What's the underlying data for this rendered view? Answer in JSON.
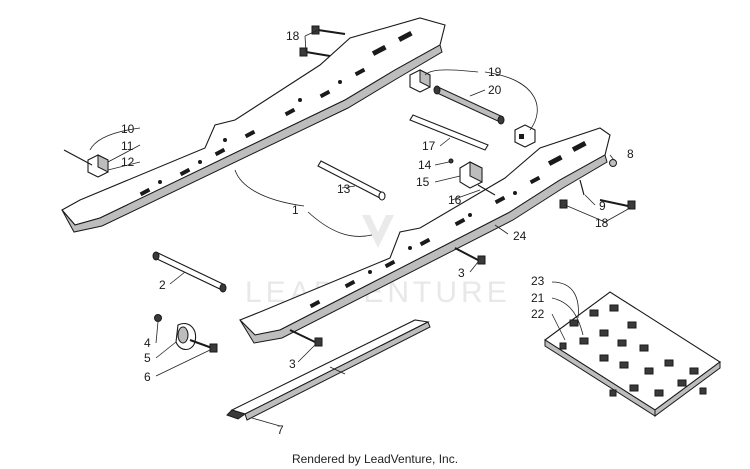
{
  "watermark": {
    "text": "LEADVENTURE"
  },
  "footer": {
    "text": "Rendered by LeadVenture, Inc."
  },
  "callouts": {
    "c1": "1",
    "c2": "2",
    "c3a": "3",
    "c3b": "3",
    "c4": "4",
    "c5": "5",
    "c6": "6",
    "c7": "7",
    "c8": "8",
    "c9": "9",
    "c10": "10",
    "c11": "11",
    "c12": "12",
    "c13": "13",
    "c14": "14",
    "c15": "15",
    "c16": "16",
    "c17": "17",
    "c18a": "18",
    "c18b": "18",
    "c19": "19",
    "c20": "20",
    "c21": "21",
    "c22": "22",
    "c23": "23",
    "c24": "24"
  }
}
